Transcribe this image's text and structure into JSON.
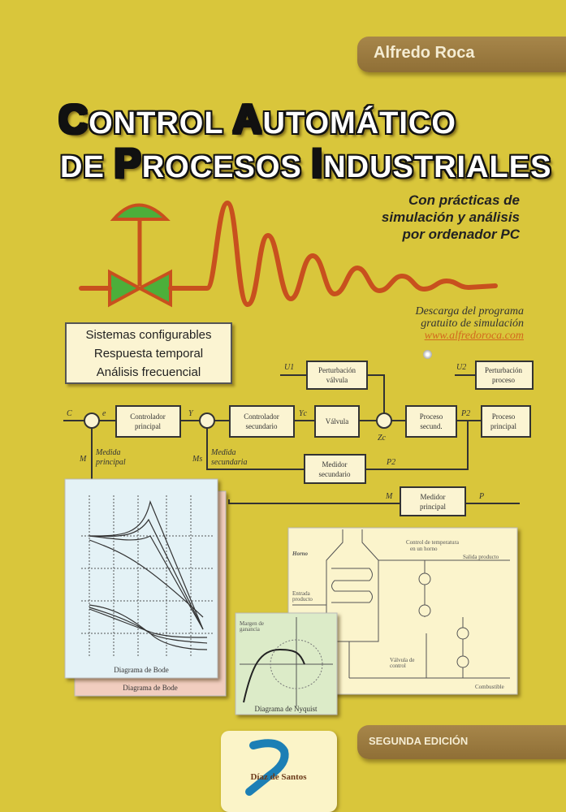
{
  "author": "Alfredo Roca",
  "title": {
    "line1": [
      {
        "cap": "C",
        "rest": "ONTROL "
      },
      {
        "cap": "A",
        "rest": "UTOMÁTICO"
      }
    ],
    "line2": [
      {
        "cap": "",
        "rest": "DE "
      },
      {
        "cap": "P",
        "rest": "ROCESOS "
      },
      {
        "cap": "I",
        "rest": "NDUSTRIALES"
      }
    ]
  },
  "subtitle": [
    "Con prácticas de",
    "simulación y análisis",
    "por ordenador PC"
  ],
  "download": {
    "line1": "Descarga del programa",
    "line2": "gratuito de simulación",
    "url": "www.alfredoroca.com"
  },
  "features": [
    "Sistemas configurables",
    "Respuesta temporal",
    "Análisis frecuencial"
  ],
  "block_diagram": {
    "controlador_principal": [
      "Controlador",
      "principal"
    ],
    "controlador_secundario": [
      "Controlador",
      "secundario"
    ],
    "valvula": "Válvula",
    "proceso_secundario": [
      "Proceso",
      "secund."
    ],
    "proceso_principal": [
      "Proceso",
      "principal"
    ],
    "perturbacion_valvula": [
      "Perturbación",
      "válvula"
    ],
    "perturbacion_proceso": [
      "Perturbación",
      "proceso"
    ],
    "medidor_secundario": [
      "Medidor",
      "secundario"
    ],
    "medidor_principal": [
      "Medidor",
      "principal"
    ],
    "medida_principal": [
      "Medida",
      "principal"
    ],
    "medida_secundaria": [
      "Medida",
      "secundaria"
    ],
    "signals": {
      "c": "C",
      "e": "e",
      "y": "Y",
      "yc": "Yc",
      "u1": "U1",
      "u2": "U2",
      "p2": "P2",
      "m": "M",
      "ms": "Ms",
      "p": "P",
      "zc": "Zc"
    }
  },
  "bode": {
    "caption": "Diagrama de Bode",
    "back_caption": "Diagrama de Bode"
  },
  "nyquist": {
    "caption": "Diagrama de Nyquist",
    "note": [
      "Margen de",
      "ganancia"
    ]
  },
  "horno": {
    "title": [
      "Control de temperatura",
      "en un horno"
    ],
    "label": "Horno",
    "entrada": [
      "Entrada",
      "producto"
    ],
    "salida": "Salida producto",
    "combustible": "Combustible",
    "valvula": [
      "Válvula de",
      "control"
    ]
  },
  "edition": "SEGUNDA EDICIÓN",
  "publisher": "Díaz de Santos",
  "colors": {
    "background": "#d9c63b",
    "band": "#9a7a3e",
    "valve_green": "#4caf3a",
    "wave_orange": "#c8501e",
    "bode_panel": "#e4f2f6",
    "nyquist_panel": "#dcebc8",
    "logo_blue": "#1c7fb5"
  }
}
